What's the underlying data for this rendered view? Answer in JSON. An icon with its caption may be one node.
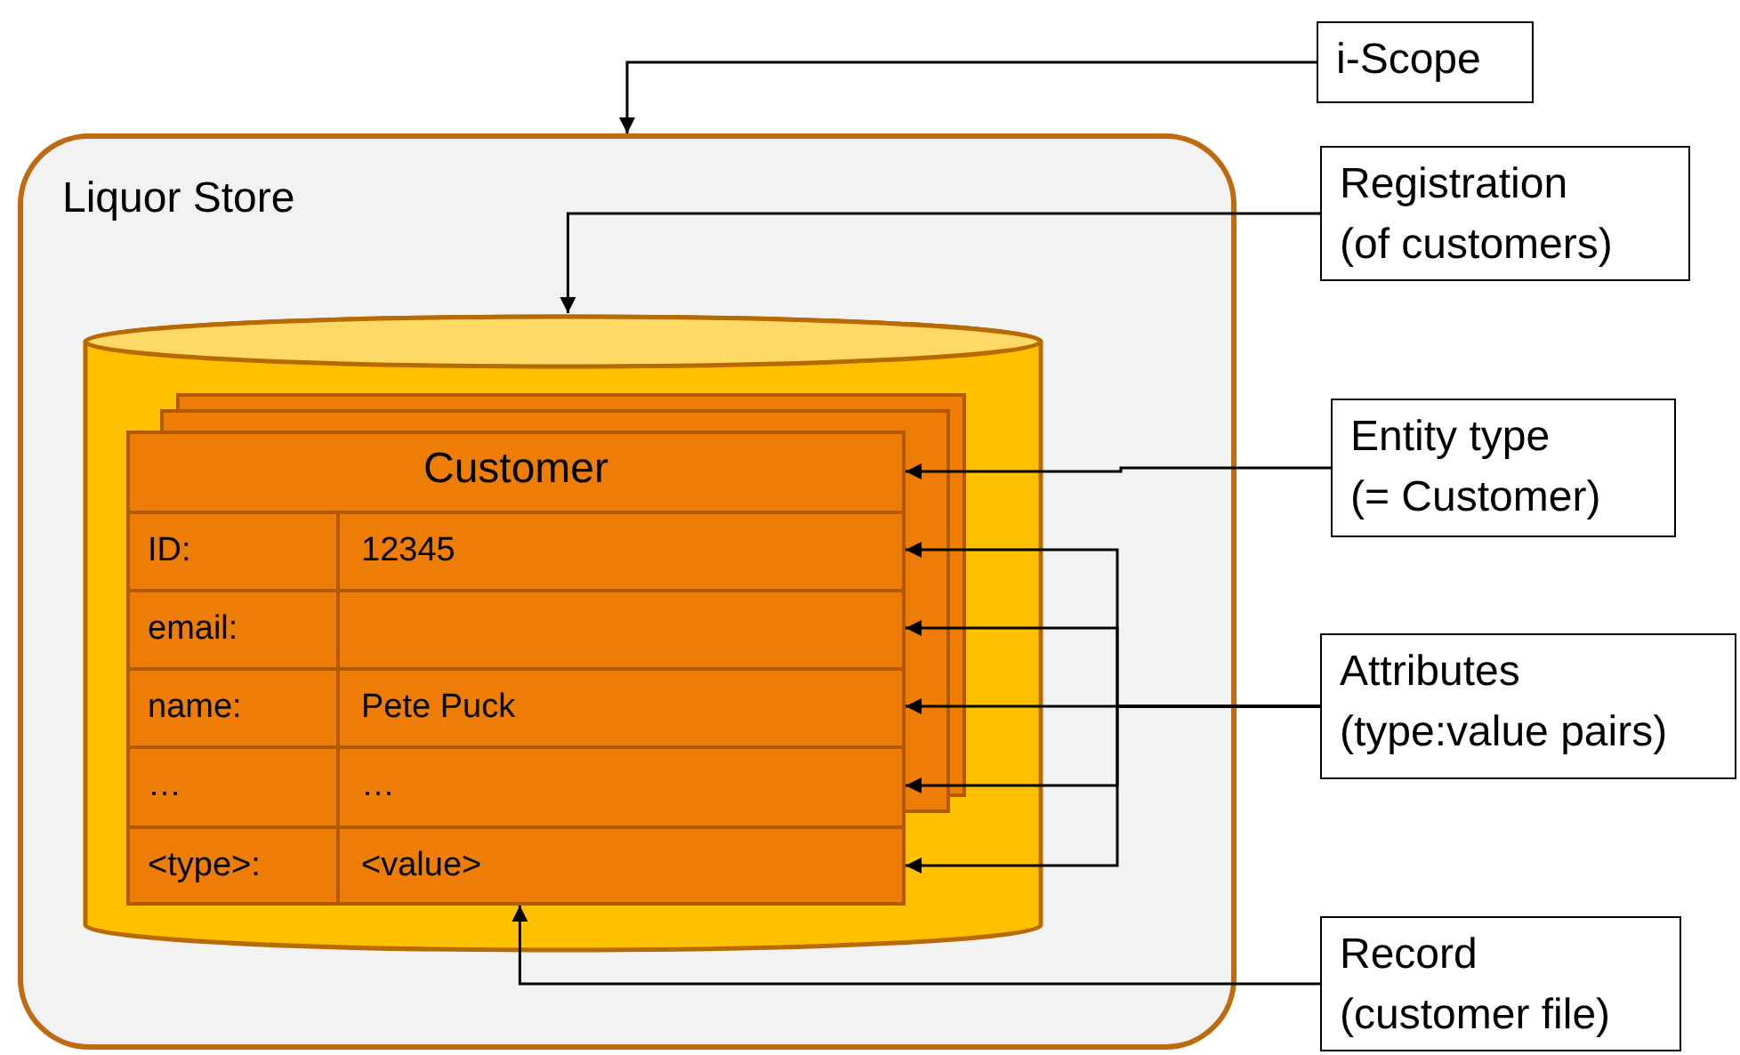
{
  "diagram": {
    "nodes": [
      {
        "text": [
          "i-Scope"
        ]
      },
      {
        "text": [
          "Liquor Store"
        ]
      },
      {
        "text": [
          "Registration (of customers)"
        ]
      },
      {
        "text": [],
        "shape": "cylinder",
        "in": 1
      },
      {
        "text": [
          "Customer"
        ],
        "in": 3
      },
      {
        "text": [
          "Entity type (= Customer)"
        ]
      },
      {
        "text": [
          "ID:",
          "12345"
        ],
        "in": 4
      },
      {
        "text": [
          "email:"
        ],
        "in": 4
      },
      {
        "text": [
          "name:",
          "Pete Puck"
        ],
        "in": 4
      },
      {
        "text": [
          "…",
          "…"
        ],
        "in": 4
      },
      {
        "text": [
          "<type>:",
          "<value>"
        ],
        "in": 4
      },
      {
        "text": [
          "Attributes (type:value pairs)"
        ]
      },
      {
        "text": [
          "Record (customer file)"
        ]
      }
    ],
    "edges": [
      {
        "from": 0,
        "to": 1,
        "arrow": "to"
      },
      {
        "from": 2,
        "to": 3,
        "arrow": "to"
      },
      {
        "from": 5,
        "to": 4,
        "arrow": "to"
      },
      {
        "from": 11,
        "to": 6,
        "arrow": "to"
      },
      {
        "from": 11,
        "to": 7,
        "arrow": "to"
      },
      {
        "from": 11,
        "to": 8,
        "arrow": "to"
      },
      {
        "from": 11,
        "to": 9,
        "arrow": "to"
      },
      {
        "from": 11,
        "to": 10,
        "arrow": "to"
      },
      {
        "from": 12,
        "to": 4,
        "arrow": "to"
      }
    ]
  }
}
